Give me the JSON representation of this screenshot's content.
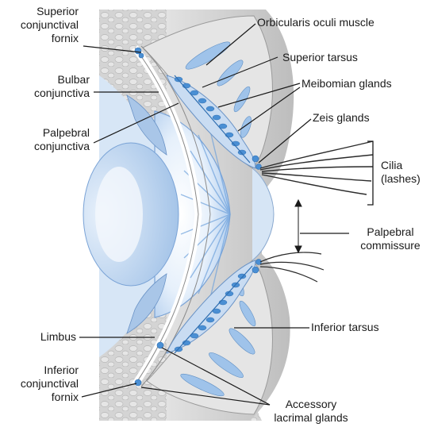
{
  "labels": {
    "superior_conjunctival_fornix": [
      "Superior",
      "conjunctival",
      "fornix"
    ],
    "bulbar_conjunctiva": [
      "Bulbar",
      "conjunctiva"
    ],
    "palpebral_conjunctiva": [
      "Palpebral",
      "conjunctiva"
    ],
    "limbus": [
      "Limbus"
    ],
    "inferior_conjunctival_fornix": [
      "Inferior",
      "conjunctival",
      "fornix"
    ],
    "orbicularis_oculi_muscle": [
      "Orbicularis oculi muscle"
    ],
    "superior_tarsus": [
      "Superior tarsus"
    ],
    "meibomian_glands": [
      "Meibomian glands"
    ],
    "zeis_glands": [
      "Zeis glands"
    ],
    "cilia": [
      "Cilia",
      "(lashes)"
    ],
    "palpebral_commissure": [
      "Palpebral",
      "commissure"
    ],
    "inferior_tarsus": [
      "Inferior tarsus"
    ],
    "accessory_lacrimal_glands": [
      "Accessory",
      "lacrimal glands"
    ]
  },
  "colors": {
    "gland_blue": "#4a8fd4",
    "light_blue": "#b9d3ef",
    "lid_gray": "#c9c9c9",
    "leader_line": "#1a1a1a"
  }
}
